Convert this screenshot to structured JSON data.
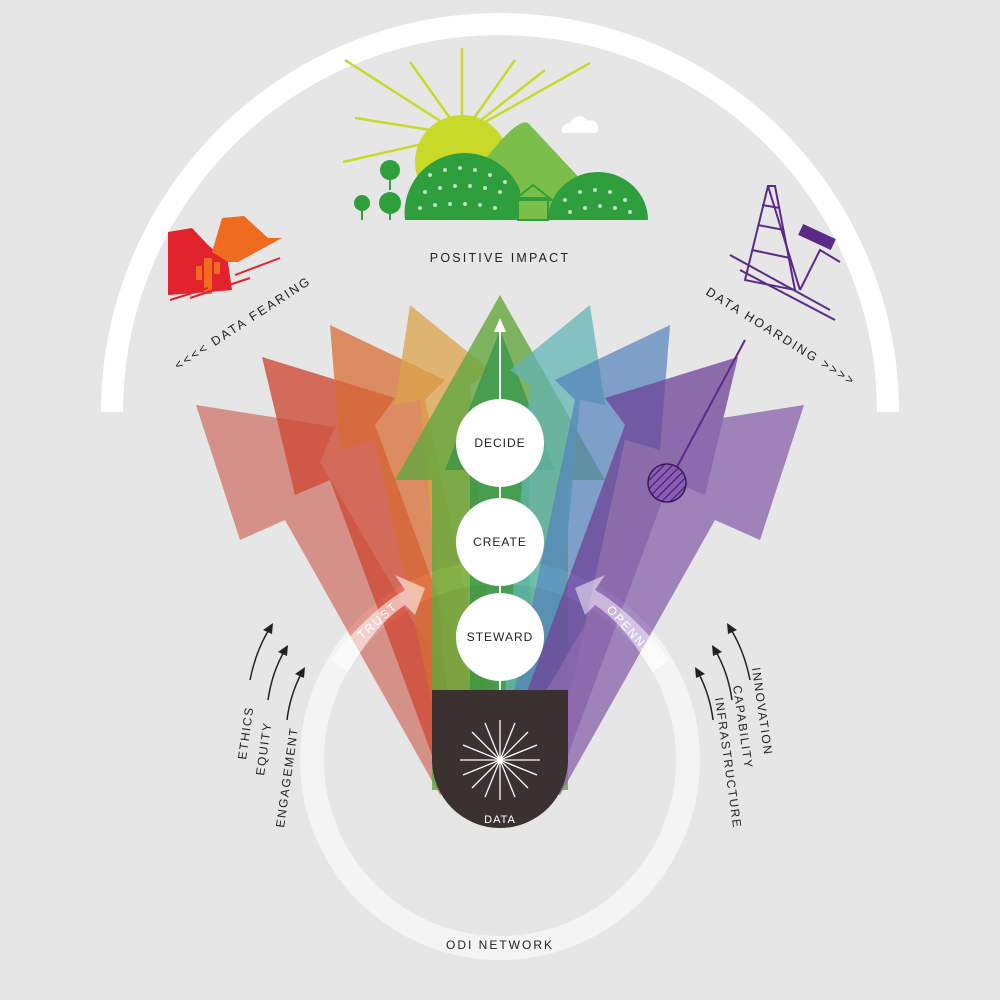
{
  "arc_labels": {
    "positive_impact": "POSITIVE IMPACT",
    "data_fearing": "<<<< DATA FEARING",
    "data_hoarding": "DATA HOARDING >>>>"
  },
  "nodes": [
    "DECIDE",
    "CREATE",
    "STEWARD"
  ],
  "data_label": "DATA",
  "trust_label": "TRUST",
  "openness_label": "OPENNESS",
  "network_label": "ODI NETWORK",
  "left_factors": [
    "ETHICS",
    "EQUITY",
    "ENGAGEMENT"
  ],
  "right_factors": [
    "INNOVATION",
    "CAPABILITY",
    "INFRASTRUCTURE"
  ],
  "colors": {
    "background": "#e6e6e6",
    "data_dark": "#3b3130",
    "sun": "#c8d92a",
    "hill_green": "#2f9e3c",
    "hill_light": "#7bbf4a",
    "fearing_red": "#e2232e",
    "fearing_orange": "#ef6b1f",
    "hoarding_purple": "#5b2a86"
  }
}
